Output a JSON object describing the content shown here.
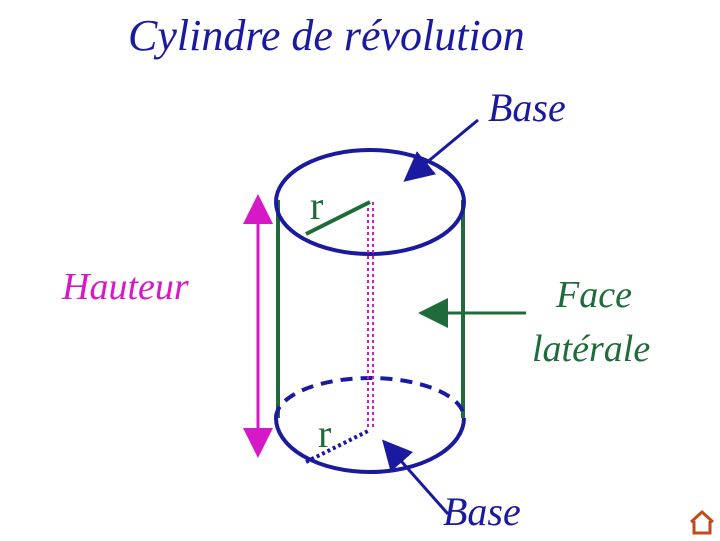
{
  "title": "Cylindre de révolution",
  "labels": {
    "base_top": "Base",
    "base_bottom": "Base",
    "hauteur": "Hauteur",
    "face_line1": "Face",
    "face_line2": "latérale",
    "r_top": "r",
    "r_bottom": "r"
  },
  "colors": {
    "title": "#1a1aa0",
    "base_outline": "#1a1aa0",
    "lateral": "#1f6b3a",
    "height": "#d619c6",
    "radius": "#1f6b3a",
    "axis": "#d619c6",
    "home_icon": "#c24a1c"
  },
  "icons": {
    "home": "home-icon"
  }
}
